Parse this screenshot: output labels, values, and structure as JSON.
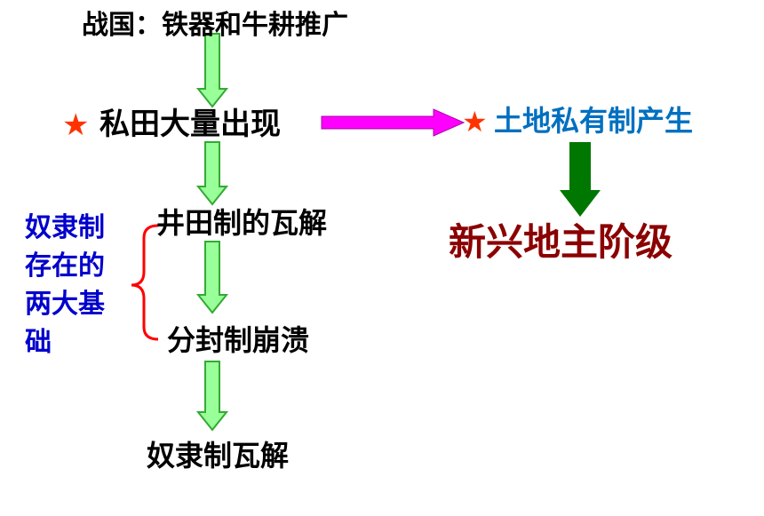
{
  "title_line": "战国：铁器和牛耕推广",
  "star_glyph": "★",
  "private_fields": "私田大量出现",
  "land_private": "土地私有制产生",
  "landlord_class": "新兴地主阶级",
  "jingtian_collapse": "井田制的瓦解",
  "fengjian_collapse": "分封制崩溃",
  "slavery_collapse": "奴隶制瓦解",
  "foundations_label": [
    "奴隶制",
    "存在的",
    "两大基",
    "础"
  ],
  "colors": {
    "text": "#000000",
    "star": "#ff3300",
    "blue_text": "#0070c0",
    "landlord": "#8b0000",
    "foundation_text": "#0000cc",
    "brace": "#ff0000",
    "green_arrow_fill": "#99ff99",
    "green_arrow_stroke": "#33aa33",
    "magenta_arrow": "#ff00ff",
    "dark_green_arrow": "#007700"
  }
}
